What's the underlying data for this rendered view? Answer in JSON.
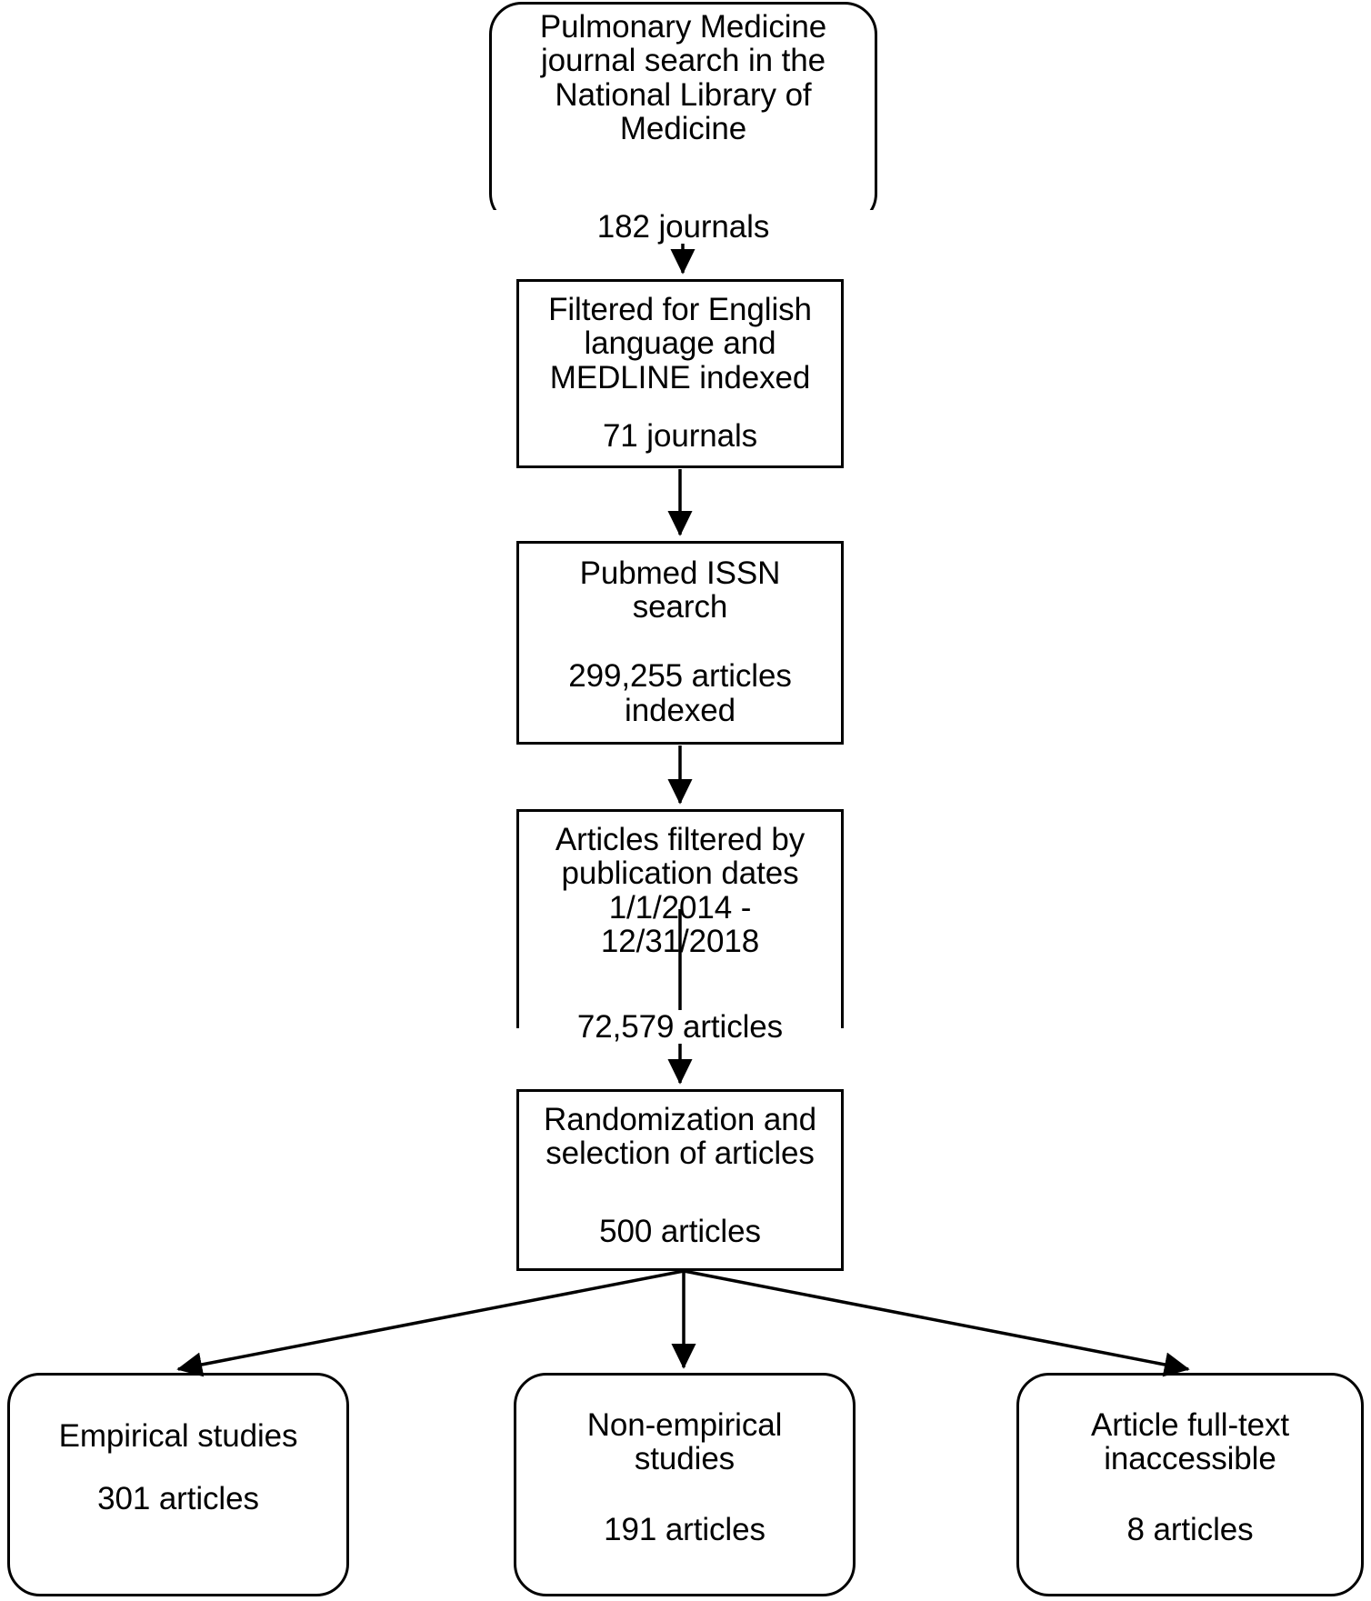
{
  "figure": {
    "kind": "flowchart",
    "orientation": "top-to-bottom",
    "stroke_color": "#000000",
    "background_color": "#ffffff"
  },
  "nodes": {
    "search": {
      "title": "Pulmonary Medicine\njournal search in the\nNational Library of\nMedicine",
      "count": "182 journals",
      "shape": "rounded-rectangle"
    },
    "filter_language": {
      "title": "Filtered for English\nlanguage and\nMEDLINE indexed",
      "count": "71 journals",
      "shape": "rectangle"
    },
    "issn_search": {
      "title": "Pubmed ISSN\nsearch",
      "count": "299,255 articles\nindexed",
      "shape": "rectangle"
    },
    "filter_dates": {
      "title": "Articles filtered by\npublication dates\n1/1/2014 -\n12/31/2018",
      "count": "72,579 articles",
      "shape": "rectangle"
    },
    "randomization": {
      "title": "Randomization and\nselection of articles",
      "count": "500 articles",
      "shape": "rectangle"
    },
    "empirical": {
      "title": "Empirical studies",
      "count": "301 articles",
      "shape": "rounded-rectangle"
    },
    "non_empirical": {
      "title": "Non-empirical\nstudies",
      "count": "191 articles",
      "shape": "rounded-rectangle"
    },
    "inaccessible": {
      "title": "Article full-text\ninaccessible",
      "count": "8 articles",
      "shape": "rounded-rectangle"
    }
  },
  "edges": [
    {
      "from": "search",
      "to": "filter_language",
      "style": "straight-arrow"
    },
    {
      "from": "filter_language",
      "to": "issn_search",
      "style": "straight-arrow"
    },
    {
      "from": "issn_search",
      "to": "filter_dates",
      "style": "straight-arrow"
    },
    {
      "from": "filter_dates",
      "to": "randomization",
      "style": "straight-arrow"
    },
    {
      "from": "randomization",
      "to": "empirical",
      "style": "diagonal-arrow"
    },
    {
      "from": "randomization",
      "to": "non_empirical",
      "style": "straight-arrow"
    },
    {
      "from": "randomization",
      "to": "inaccessible",
      "style": "diagonal-arrow"
    }
  ]
}
